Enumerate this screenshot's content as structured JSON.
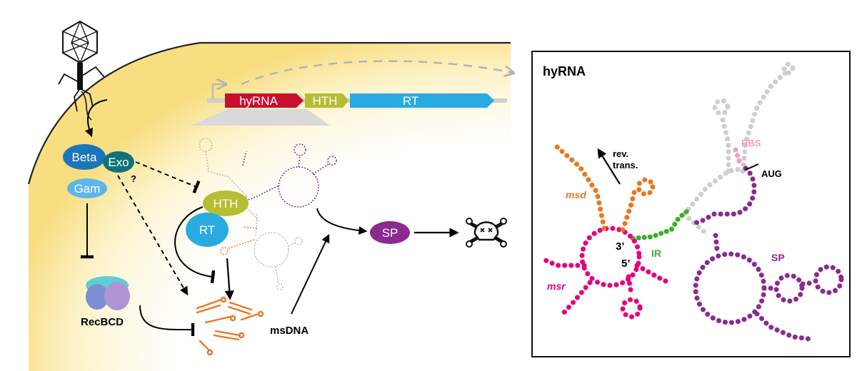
{
  "operon": {
    "genes": [
      "hyRNA",
      "HTH",
      "RT"
    ]
  },
  "phage_proteins": {
    "beta": "Beta",
    "exo": "Exo",
    "gam": "Gam",
    "question": "?"
  },
  "host": {
    "recbcd": "RecBCD"
  },
  "toxin_module": {
    "hth": "HTH",
    "rt": "RT",
    "sp": "SP",
    "msdna": "msDNA",
    "death_icon": "skull-crossbones-icon"
  },
  "inset": {
    "title": "hyRNA",
    "rbs": "RBS",
    "aug": "AUG",
    "rev_trans": [
      "rev.",
      "trans."
    ],
    "msd": "msd",
    "msr": "msr",
    "ir": "IR",
    "three_prime": "3’",
    "five_prime": "5’",
    "sp": "SP"
  },
  "colors": {
    "hyRNA": "#c8102e",
    "HTH": "#b5bd32",
    "RT": "#29abe2",
    "msd": "#e87722",
    "msr": "#e6007e",
    "IR": "#3dae2b",
    "SP": "#8b2a8f",
    "RBS": "#f39ac1",
    "grey": "#c8c8c8",
    "beta": "#1b75bb",
    "exo": "#11737a",
    "gam": "#5db7e8",
    "cell": "#f5d33c"
  }
}
